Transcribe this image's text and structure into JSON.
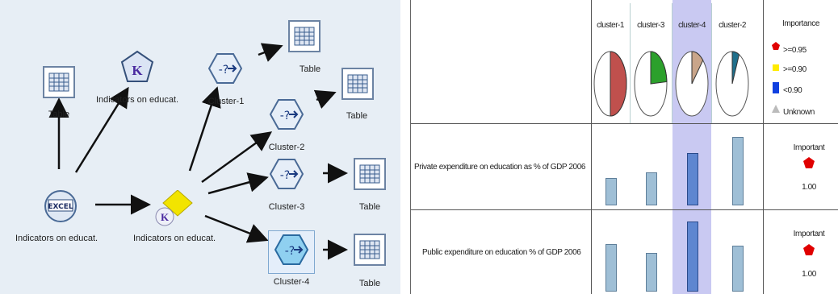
{
  "stream": {
    "nodes": [
      {
        "id": "table-left",
        "kind": "table",
        "label": "Table"
      },
      {
        "id": "kmeans-model",
        "kind": "kmeans",
        "label": "Indicators on educat."
      },
      {
        "id": "cluster-1",
        "kind": "select",
        "label": "Cluster-1"
      },
      {
        "id": "table-top",
        "kind": "table",
        "label": "Table"
      },
      {
        "id": "cluster-2",
        "kind": "select",
        "label": "Cluster-2"
      },
      {
        "id": "table-c2",
        "kind": "table",
        "label": "Table"
      },
      {
        "id": "excel-source",
        "kind": "excel",
        "label": "Indicators on educat."
      },
      {
        "id": "kmeans-apply",
        "kind": "kmeans-node",
        "label": "Indicators on educat."
      },
      {
        "id": "cluster-3",
        "kind": "select",
        "label": "Cluster-3"
      },
      {
        "id": "table-c3",
        "kind": "table",
        "label": "Table"
      },
      {
        "id": "cluster-4",
        "kind": "select",
        "label": "Cluster-4",
        "selected": true
      },
      {
        "id": "table-c4",
        "kind": "table",
        "label": "Table"
      }
    ]
  },
  "viewer": {
    "columns": [
      {
        "label": "cluster-1",
        "share": 0.5,
        "color": "#c0504d",
        "selected": false
      },
      {
        "label": "cluster-3",
        "share": 0.24,
        "color": "#2ca02c",
        "selected": false
      },
      {
        "label": "cluster-4",
        "share": 0.12,
        "color": "#c9a58a",
        "selected": true
      },
      {
        "label": "cluster-2",
        "share": 0.07,
        "color": "#1f6f8b",
        "selected": false
      }
    ],
    "importance": {
      "title": "Importance",
      "legend": [
        {
          "label": ">=0.95",
          "color": "#e00000",
          "shape": "pentagon"
        },
        {
          "label": ">=0.90",
          "color": "#ffeb00",
          "shape": "square"
        },
        {
          "label": "<0.90",
          "color": "#1040e0",
          "shape": "square"
        },
        {
          "label": "Unknown",
          "color": "#bbbbbb",
          "shape": "triangle"
        }
      ]
    },
    "rows": [
      {
        "label": "Private expenditure on education as % of GDP 2006",
        "values": [
          0.35,
          0.42,
          0.68,
          0.9
        ],
        "importance_label": "Important",
        "importance_value": "1.00"
      },
      {
        "label": "Public expenditure on education % of GDP 2006",
        "values": [
          0.62,
          0.5,
          0.92,
          0.6
        ],
        "importance_label": "Important",
        "importance_value": "1.00"
      }
    ]
  },
  "icons": {
    "table": "table-icon",
    "kmeans": "kmeans-model-icon",
    "select": "select-icon",
    "excel": "excel-source-icon"
  }
}
